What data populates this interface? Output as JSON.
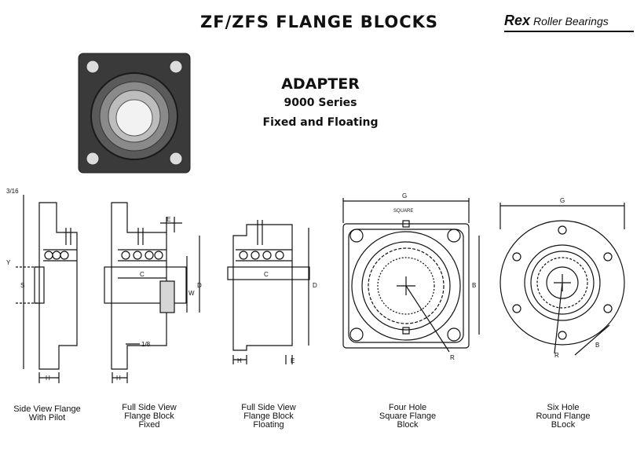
{
  "header": {
    "title": "ZF/ZFS FLANGE BLOCKS",
    "brand_rex": "Rex",
    "brand_rb": "Roller Bearings"
  },
  "product": {
    "name": "ADAPTER",
    "series": "9000 Series",
    "type": "Fixed and Floating"
  },
  "dimensions": {
    "three_sixteenths": "3/16",
    "Y": "Y",
    "S": "S",
    "H": "H",
    "C": "C",
    "D": "D",
    "E": "E",
    "W": "W",
    "one_eighth": "1/8",
    "G": "G",
    "square": "SQUARE",
    "B": "B",
    "R": "R"
  },
  "captions": [
    {
      "lines": [
        "Side View Flange",
        "With Pilot"
      ]
    },
    {
      "lines": [
        "Full Side View",
        "Flange Block",
        "Fixed"
      ]
    },
    {
      "lines": [
        "Full Side View",
        "Flange Block",
        "Floating"
      ]
    },
    {
      "lines": [
        "Four Hole",
        "Square Flange",
        "Block"
      ]
    },
    {
      "lines": [
        "Six Hole",
        "Round Flange",
        "BLock"
      ]
    }
  ]
}
